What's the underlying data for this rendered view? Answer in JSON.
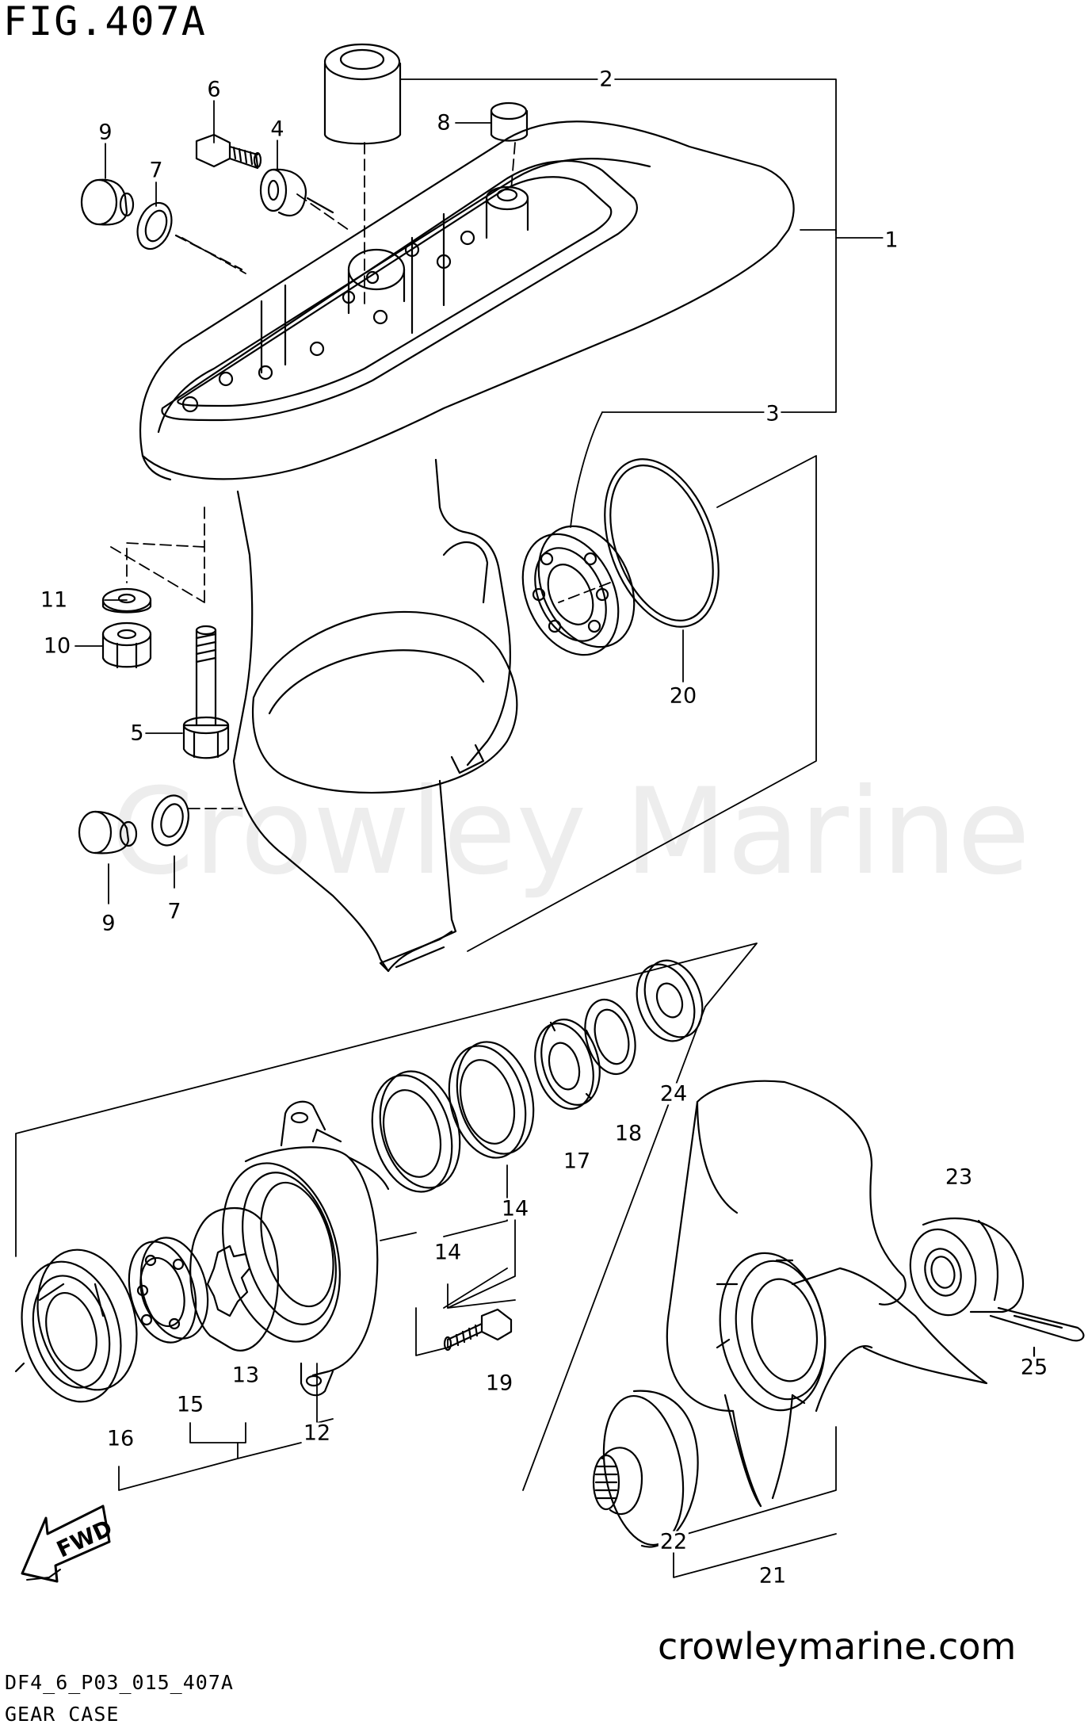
{
  "figure": {
    "title": "FIG.407A",
    "drawing_code": "DF4_6_P03_015_407A",
    "section_name": "GEAR CASE",
    "website": "crowleymarine.com",
    "watermark": "Crowley Marine",
    "direction_badge": "FWD"
  },
  "callouts": {
    "c1": "1",
    "c2": "2",
    "c3": "3",
    "c4": "4",
    "c5": "5",
    "c6": "6",
    "c7a": "7",
    "c7b": "7",
    "c8": "8",
    "c9a": "9",
    "c9b": "9",
    "c10": "10",
    "c11": "11",
    "c12": "12",
    "c13": "13",
    "c14a": "14",
    "c14b": "14",
    "c15": "15",
    "c16": "16",
    "c17": "17",
    "c18": "18",
    "c19": "19",
    "c20": "20",
    "c21": "21",
    "c22": "22",
    "c23": "23",
    "c24": "24",
    "c25": "25"
  },
  "colors": {
    "ink": "#000000",
    "paper": "#ffffff",
    "watermark": "#d9d9d9"
  }
}
